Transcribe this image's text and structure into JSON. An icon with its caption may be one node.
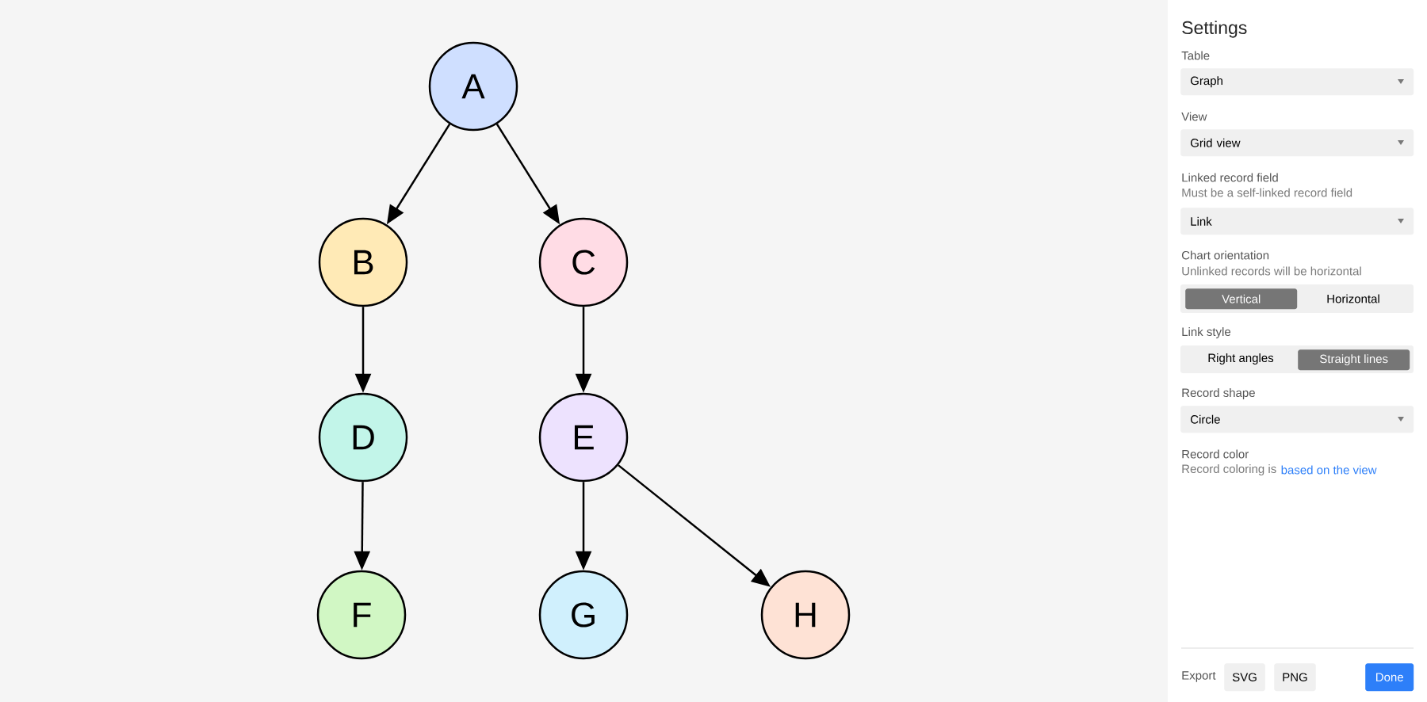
{
  "diagram": {
    "nodes": [
      {
        "text": [
          "A"
        ]
      },
      {
        "text": [
          "B"
        ]
      },
      {
        "text": [
          "C"
        ]
      },
      {
        "text": [
          "D"
        ]
      },
      {
        "text": [
          "E"
        ]
      },
      {
        "text": [
          "F"
        ]
      },
      {
        "text": [
          "G"
        ]
      },
      {
        "text": [
          "H"
        ]
      }
    ],
    "edges": [
      {
        "from": 0,
        "to": 1,
        "arrow": "to"
      },
      {
        "from": 0,
        "to": 2,
        "arrow": "to"
      },
      {
        "from": 1,
        "to": 3,
        "arrow": "to"
      },
      {
        "from": 2,
        "to": 4,
        "arrow": "to"
      },
      {
        "from": 3,
        "to": 5,
        "arrow": "to"
      },
      {
        "from": 4,
        "to": 6,
        "arrow": "to"
      },
      {
        "from": 4,
        "to": 7,
        "arrow": "to"
      }
    ],
    "labels": [
      "Settings",
      "Table",
      "Graph",
      "View",
      "Grid view",
      "Linked record field",
      "Must be a self-linked record field",
      "Link",
      "Chart orientation",
      "Unlinked records will be horizontal",
      "Vertical",
      "Horizontal",
      "Link style",
      "Right angles",
      "Straight lines",
      "Record shape",
      "Circle",
      "Record color",
      "Record coloring is",
      "based on the view",
      "Export",
      "SVG",
      "PNG",
      "Done"
    ]
  }
}
